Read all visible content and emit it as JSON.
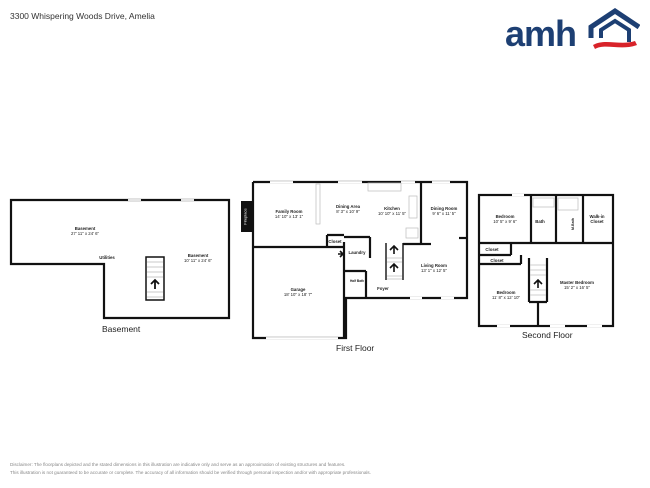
{
  "header": {
    "address": "3300 Whispering Woods Drive, Amelia"
  },
  "logo": {
    "text": "amh",
    "brand_color": "#1d3f73",
    "swoosh_color": "#d8232a",
    "icon": "house-roof-icon"
  },
  "floors": {
    "basement": {
      "label": "Basement",
      "rooms": [
        {
          "name": "Basement",
          "dims": "27' 11\" x 24' 6\""
        },
        {
          "name": "Utilities",
          "dims": ""
        },
        {
          "name": "Basement",
          "dims": "10' 11\" x 24' 6\""
        }
      ]
    },
    "first": {
      "label": "First Floor",
      "fireplace": "Fireplace",
      "rooms": [
        {
          "name": "Family Room",
          "dims": "14' 10\" x 13' 1\""
        },
        {
          "name": "Dining Area",
          "dims": "8' 3\" x 10' 9\""
        },
        {
          "name": "Kitchen",
          "dims": "10' 10\" x 11' 5\""
        },
        {
          "name": "Dining Room",
          "dims": "9' 6\" x 11' 5\""
        },
        {
          "name": "Closet",
          "dims": ""
        },
        {
          "name": "Laundry",
          "dims": ""
        },
        {
          "name": "Half Bath",
          "dims": ""
        },
        {
          "name": "Garage",
          "dims": "18' 10\" x 18' 7\""
        },
        {
          "name": "Foyer",
          "dims": ""
        },
        {
          "name": "Living Room",
          "dims": "13' 1\" x 12' 5\""
        }
      ]
    },
    "second": {
      "label": "Second Floor",
      "rooms": [
        {
          "name": "Bedroom",
          "dims": "10' 5\" x 9' 6\""
        },
        {
          "name": "Bath",
          "dims": ""
        },
        {
          "name": "M.Bath",
          "dims": ""
        },
        {
          "name": "Walk-in Closet",
          "dims": ""
        },
        {
          "name": "Closet",
          "dims": ""
        },
        {
          "name": "Closet",
          "dims": ""
        },
        {
          "name": "Bedroom",
          "dims": "11' 8\" x 12' 10\""
        },
        {
          "name": "Master Bedroom",
          "dims": "15' 2\" x 16' 5\""
        }
      ]
    }
  },
  "disclaimer": {
    "line1": "Disclaimer: The floorplans depicted and the stated dimensions in this illustration are indicative only and serve as an approximation of existing structures and features.",
    "line2": "This illustration is not guaranteed to be accurate or complete. The accuracy of all information should be verified through personal inspection and/or with appropriate professionals."
  }
}
